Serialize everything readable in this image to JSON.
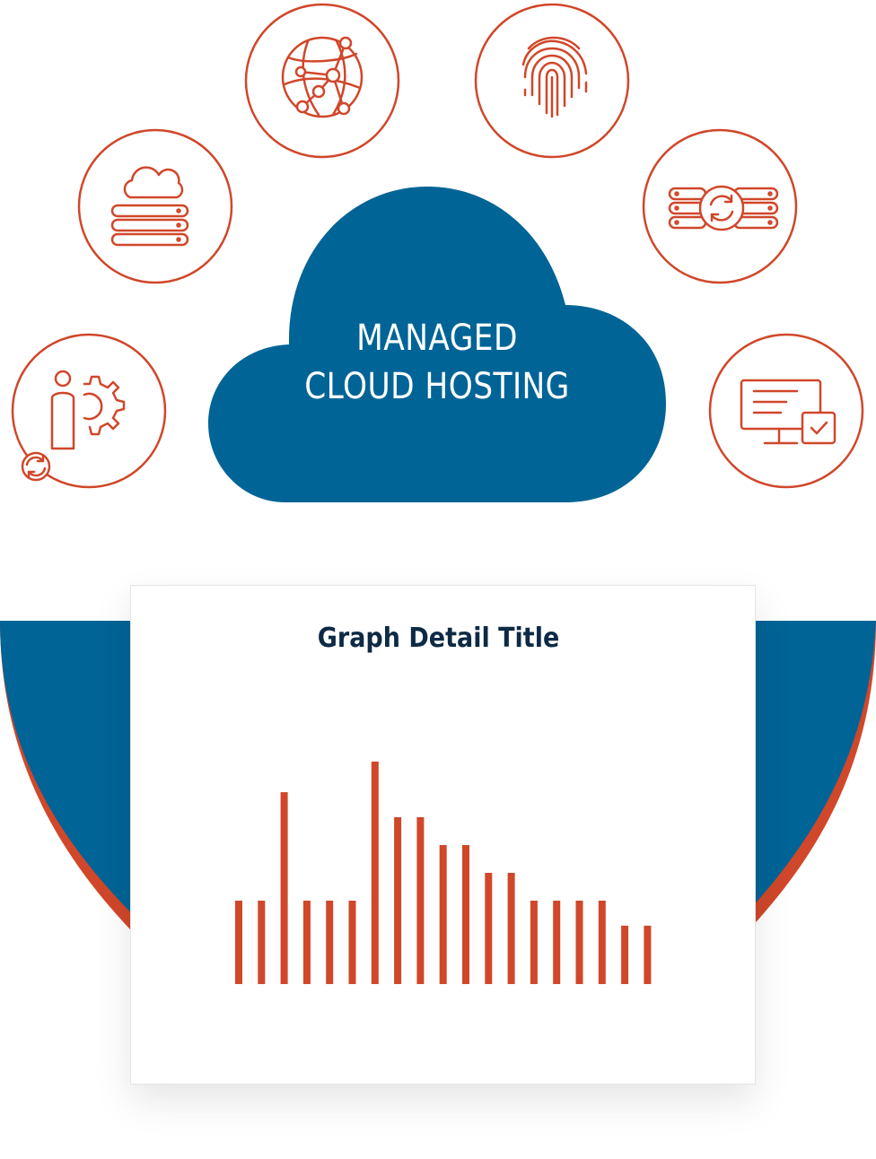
{
  "colors": {
    "primary_blue": "#016496",
    "accent_orange": "#d0472a",
    "title_navy": "#0d2a45",
    "card_border": "#e4e4e4"
  },
  "cloud": {
    "line1": "MANAGED",
    "line2": "CLOUD HOSTING"
  },
  "icons": [
    "cloud-storage-icon",
    "global-network-icon",
    "fingerprint-icon",
    "server-sync-icon",
    "user-settings-sync-icon",
    "monitor-check-icon"
  ],
  "card": {
    "title": "Graph Detail Title"
  },
  "chart_data": {
    "type": "bar",
    "title": "Graph Detail Title",
    "values": [
      30,
      30,
      69,
      30,
      30,
      30,
      80,
      60,
      60,
      50,
      50,
      40,
      40,
      30,
      30,
      30,
      30,
      21,
      21
    ],
    "ylim": [
      0,
      100
    ],
    "grid": false,
    "color": "#d0472a"
  }
}
